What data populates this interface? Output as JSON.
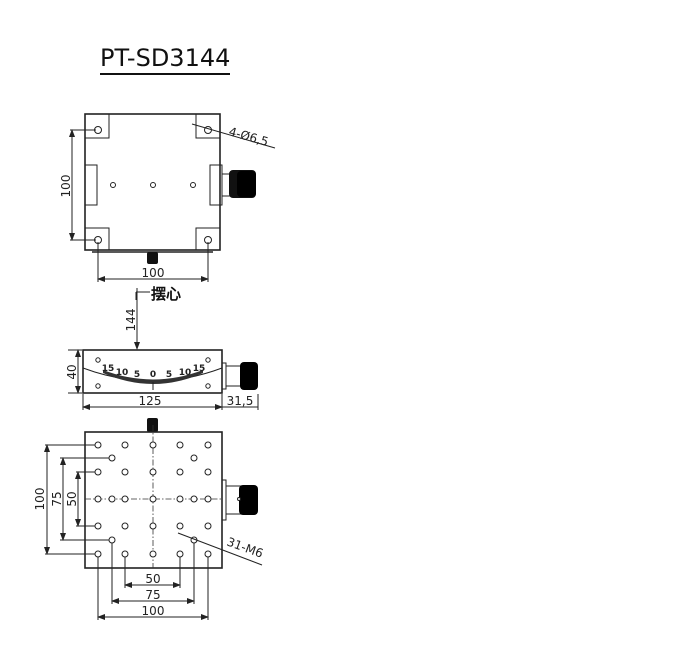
{
  "title": "PT-SD3144",
  "top_view": {
    "height_dim": "100",
    "width_dim": "100",
    "hole_callout": "4-Ø6,5",
    "pivot_label": "摆心"
  },
  "side_view": {
    "pivot_distance": "144",
    "height_dim": "40",
    "width_dim": "125",
    "knob_dim": "31,5",
    "scale_labels": [
      "15",
      "10",
      "5",
      "0",
      "5",
      "10",
      "15"
    ]
  },
  "bottom_view": {
    "vertical_dims": [
      "100",
      "75",
      "50"
    ],
    "horizontal_dims": [
      "50",
      "75",
      "100"
    ],
    "hole_callout": "31-M6"
  }
}
